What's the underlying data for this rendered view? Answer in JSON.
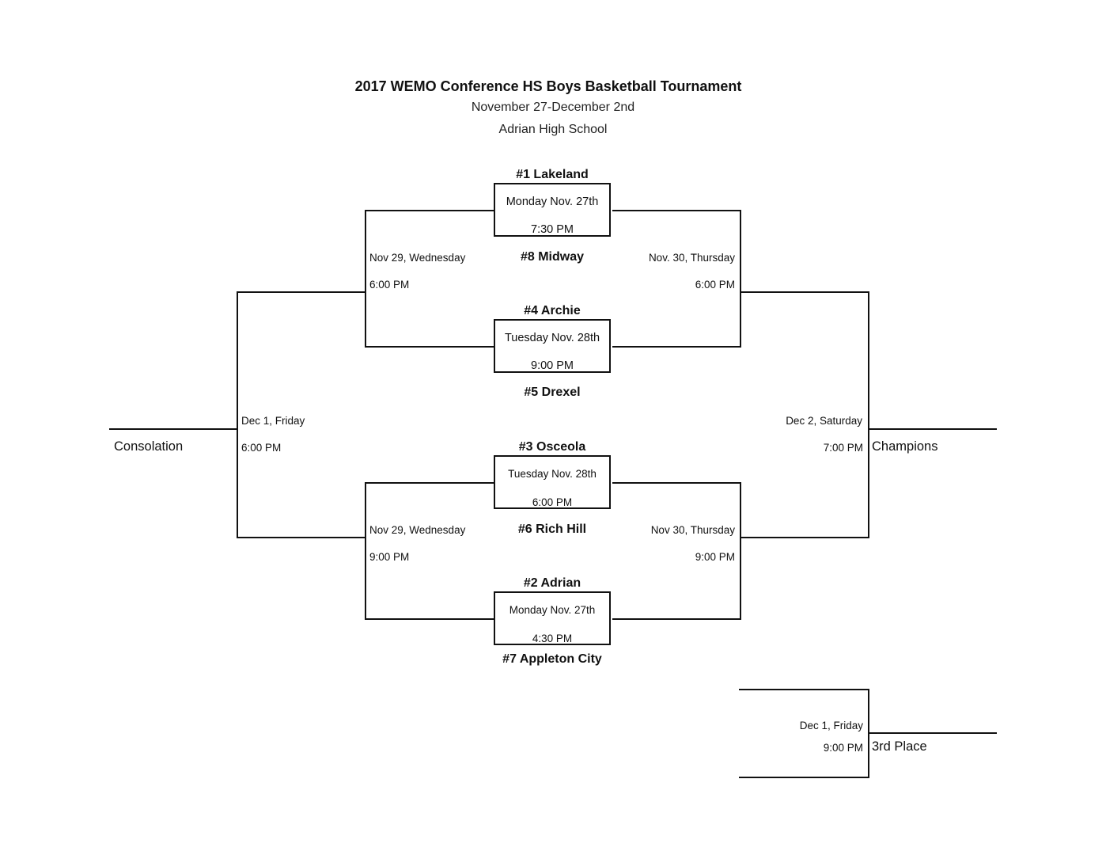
{
  "header": {
    "title": "2017 WEMO Conference HS Boys Basketball Tournament",
    "dates": "November 27-December 2nd",
    "venue": "Adrian High School"
  },
  "first_round": [
    {
      "top_team": "#1 Lakeland",
      "bottom_team": "#8 Midway",
      "date": "Monday Nov. 27th",
      "time": "7:30 PM"
    },
    {
      "top_team": "#4 Archie",
      "bottom_team": "#5 Drexel",
      "date": "Tuesday Nov. 28th",
      "time": "9:00 PM"
    },
    {
      "top_team": "#3 Osceola",
      "bottom_team": "#6 Rich Hill",
      "date": "Tuesday Nov. 28th",
      "time": "6:00 PM"
    },
    {
      "top_team": "#2 Adrian",
      "bottom_team": "#7 Appleton City",
      "date": "Monday Nov. 27th",
      "time": "4:30 PM"
    }
  ],
  "second_round": {
    "left_upper": {
      "date": "Nov 29, Wednesday",
      "time": "6:00 PM"
    },
    "right_upper": {
      "date": "Nov. 30, Thursday",
      "time": "6:00 PM"
    },
    "left_lower": {
      "date": "Nov 29, Wednesday",
      "time": "9:00 PM"
    },
    "right_lower": {
      "date": "Nov 30, Thursday",
      "time": "9:00 PM"
    }
  },
  "finals": {
    "consolation": {
      "date": "Dec 1, Friday",
      "time": "6:00 PM",
      "label": "Consolation"
    },
    "championship": {
      "date": "Dec 2, Saturday",
      "time": "7:00 PM",
      "label": "Champions"
    },
    "third_place": {
      "date": "Dec 1, Friday",
      "time": "9:00 PM",
      "label": "3rd Place"
    }
  }
}
